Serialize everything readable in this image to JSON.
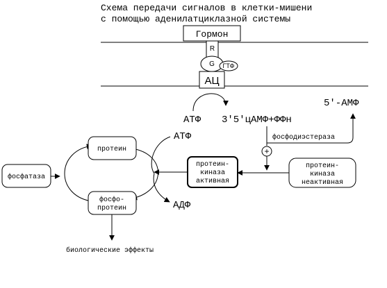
{
  "title": {
    "line1": "Схема передачи сигналов в клетки-мишени",
    "line2": "с помощью аденилатциклазной системы"
  },
  "membrane": {
    "hormone": "Гормон",
    "receptor": "R",
    "g_protein": "G",
    "gtp": "ГТФ",
    "adenylate_cyclase": "АЦ"
  },
  "reaction": {
    "atp_substrate": "АТФ",
    "camp_products": "3'5'цАМФ+ФФн",
    "amp_product": "5'-АМФ",
    "phosphodiesterase": "фосфодиэстераза",
    "plus_sign": "+"
  },
  "kinase": {
    "active": [
      "протеин-",
      "киназа",
      "активная"
    ],
    "inactive": [
      "протеин-",
      "киназа",
      "неактивная"
    ]
  },
  "cycle": {
    "protein": "протеин",
    "phosphoprotein": [
      "фосфо-",
      "протеин"
    ],
    "phosphatase": "фосфатаза",
    "atp": "АТФ",
    "adp": "АДФ",
    "effects": "биологические эффекты"
  }
}
